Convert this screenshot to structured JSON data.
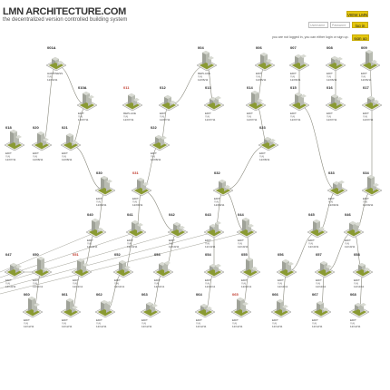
{
  "header": {
    "title": "LMN ARCHITECTURE.COM",
    "tagline": "the decentralized version controlled building system"
  },
  "auth": {
    "view_button": "VIEW LMN",
    "username_placeholder": "Username",
    "password_placeholder": "Password",
    "login_button": "log in",
    "status_text": "you are not logged in, you can either login or sign up.",
    "signup_button": "sign up"
  },
  "colors": {
    "accent": "#e6c80e",
    "grass": "#8a9a32",
    "building": "#b9bcb2",
    "line": "#8a8a7e"
  },
  "nodes": [
    {
      "id": "a01",
      "label": "001A",
      "meta": [
        "HAPPINESS",
        "Y:N",
        "12/04/11"
      ]
    },
    {
      "id": "b01",
      "label": "004",
      "meta": [
        "REPLACE",
        "Y:N",
        "12/06/11"
      ]
    },
    {
      "id": "b02",
      "label": "006",
      "meta": [
        "EDIT",
        "Y:N",
        "12/06/11"
      ]
    },
    {
      "id": "b03",
      "label": "007",
      "meta": [
        "EDIT",
        "Y:N",
        "12/06/11"
      ]
    },
    {
      "id": "b04",
      "label": "008",
      "meta": [
        "EDIT",
        "Y:N",
        "12/06/11"
      ]
    },
    {
      "id": "b05",
      "label": "009",
      "meta": [
        "EDIT",
        "Y:N",
        "12/06/11"
      ]
    },
    {
      "id": "c01",
      "label": "010A",
      "meta": [
        "EDIT",
        "Y:N",
        "12/07/11"
      ]
    },
    {
      "id": "c02",
      "label": "011",
      "meta": [
        "REPLACE",
        "Y:N",
        "12/07/11"
      ]
    },
    {
      "id": "c03",
      "label": "012",
      "meta": [
        "EDIT",
        "Y:N",
        "12/07/11"
      ]
    },
    {
      "id": "c04",
      "label": "013",
      "meta": [
        "EDIT",
        "Y:N",
        "12/07/11"
      ]
    },
    {
      "id": "c05",
      "label": "014",
      "meta": [
        "EDIT",
        "Y:N",
        "12/07/11"
      ]
    },
    {
      "id": "c06",
      "label": "015",
      "meta": [
        "EDIT",
        "Y:N",
        "12/07/11"
      ]
    },
    {
      "id": "c07",
      "label": "016",
      "meta": [
        "EDIT",
        "Y:N",
        "12/07/11"
      ]
    },
    {
      "id": "c08",
      "label": "017",
      "meta": [
        "EDIT",
        "Y:N",
        "12/07/11"
      ]
    },
    {
      "id": "c09",
      "label": "018",
      "meta": [
        "EDIT",
        "Y:N",
        "12/07/11"
      ]
    },
    {
      "id": "d01",
      "label": "020",
      "meta": [
        "EDIT",
        "Y:N",
        "12/08/11"
      ]
    },
    {
      "id": "d02",
      "label": "021",
      "meta": [
        "EDIT",
        "Y:N",
        "12/08/11"
      ]
    },
    {
      "id": "d03",
      "label": "022",
      "meta": [
        "EDIT",
        "Y:N",
        "12/08/11"
      ]
    },
    {
      "id": "d04",
      "label": "023",
      "meta": [
        "EDIT",
        "Y:N",
        "12/08/11"
      ]
    },
    {
      "id": "e01",
      "label": "030",
      "meta": [
        "EDIT",
        "Y:N",
        "12/09/11"
      ]
    },
    {
      "id": "e02",
      "label": "031",
      "meta": [
        "EDIT",
        "Y:N",
        "12/09/11"
      ]
    },
    {
      "id": "e03",
      "label": "032",
      "meta": [
        "EDIT",
        "Y:N",
        "12/09/11"
      ]
    },
    {
      "id": "e04",
      "label": "033",
      "meta": [
        "EDIT",
        "Y:N",
        "12/09/11"
      ]
    },
    {
      "id": "e05",
      "label": "034",
      "meta": [
        "EDIT",
        "Y:N",
        "12/09/11"
      ]
    },
    {
      "id": "f01",
      "label": "040",
      "meta": [
        "EDIT",
        "Y:N",
        "12/10/11"
      ]
    },
    {
      "id": "f02",
      "label": "041",
      "meta": [
        "EDIT",
        "Y:N",
        "12/10/11"
      ]
    },
    {
      "id": "f03",
      "label": "042",
      "meta": [
        "EDIT",
        "Y:N",
        "12/10/11"
      ]
    },
    {
      "id": "f04",
      "label": "043",
      "meta": [
        "EDIT",
        "Y:N",
        "12/10/11"
      ]
    },
    {
      "id": "f05",
      "label": "044",
      "meta": [
        "EDIT",
        "Y:N",
        "12/10/11"
      ]
    },
    {
      "id": "f06",
      "label": "045",
      "meta": [
        "EDIT",
        "Y:N",
        "12/10/11"
      ]
    },
    {
      "id": "f07",
      "label": "046",
      "meta": [
        "EDIT",
        "Y:N",
        "12/10/11"
      ]
    },
    {
      "id": "f08",
      "label": "047",
      "meta": [
        "EDIT",
        "Y:N",
        "12/10/11"
      ]
    },
    {
      "id": "g01",
      "label": "050",
      "meta": [
        "EDIT",
        "Y:N",
        "12/11/11"
      ]
    },
    {
      "id": "g02",
      "label": "051",
      "meta": [
        "EDIT",
        "Y:N",
        "12/11/11"
      ]
    },
    {
      "id": "g03",
      "label": "052",
      "meta": [
        "EDIT",
        "Y:N",
        "12/11/11"
      ]
    },
    {
      "id": "g04",
      "label": "053",
      "meta": [
        "EDIT",
        "Y:N",
        "12/11/11"
      ]
    },
    {
      "id": "g05",
      "label": "054",
      "meta": [
        "EDIT",
        "Y:N",
        "12/11/11"
      ]
    },
    {
      "id": "g06",
      "label": "055",
      "meta": [
        "EDIT",
        "Y:N",
        "12/11/11"
      ]
    },
    {
      "id": "g07",
      "label": "056",
      "meta": [
        "EDIT",
        "Y:N",
        "12/11/11"
      ]
    },
    {
      "id": "g08",
      "label": "057",
      "meta": [
        "EDIT",
        "Y:N",
        "12/11/11"
      ]
    },
    {
      "id": "g09",
      "label": "058",
      "meta": [
        "EDIT",
        "Y:N",
        "12/11/11"
      ]
    },
    {
      "id": "h01",
      "label": "060",
      "meta": [
        "EDIT",
        "Y:N",
        "12/12/11"
      ]
    },
    {
      "id": "h02",
      "label": "061",
      "meta": [
        "EDIT",
        "Y:N",
        "12/12/11"
      ]
    },
    {
      "id": "h03",
      "label": "062",
      "meta": [
        "EDIT",
        "Y:N",
        "12/12/11"
      ]
    },
    {
      "id": "h04",
      "label": "063",
      "meta": [
        "EDIT",
        "Y:N",
        "12/12/11"
      ]
    },
    {
      "id": "h05",
      "label": "064",
      "meta": [
        "EDIT",
        "Y:N",
        "12/12/11"
      ]
    },
    {
      "id": "h06",
      "label": "065",
      "meta": [
        "EDIT",
        "Y:N",
        "12/12/11"
      ]
    },
    {
      "id": "h07",
      "label": "066",
      "meta": [
        "EDIT",
        "Y:N",
        "12/12/11"
      ]
    },
    {
      "id": "h08",
      "label": "067",
      "meta": [
        "EDIT",
        "Y:N",
        "12/12/11"
      ]
    },
    {
      "id": "h09",
      "label": "068",
      "meta": [
        "EDIT",
        "Y:N",
        "12/12/11"
      ]
    }
  ]
}
